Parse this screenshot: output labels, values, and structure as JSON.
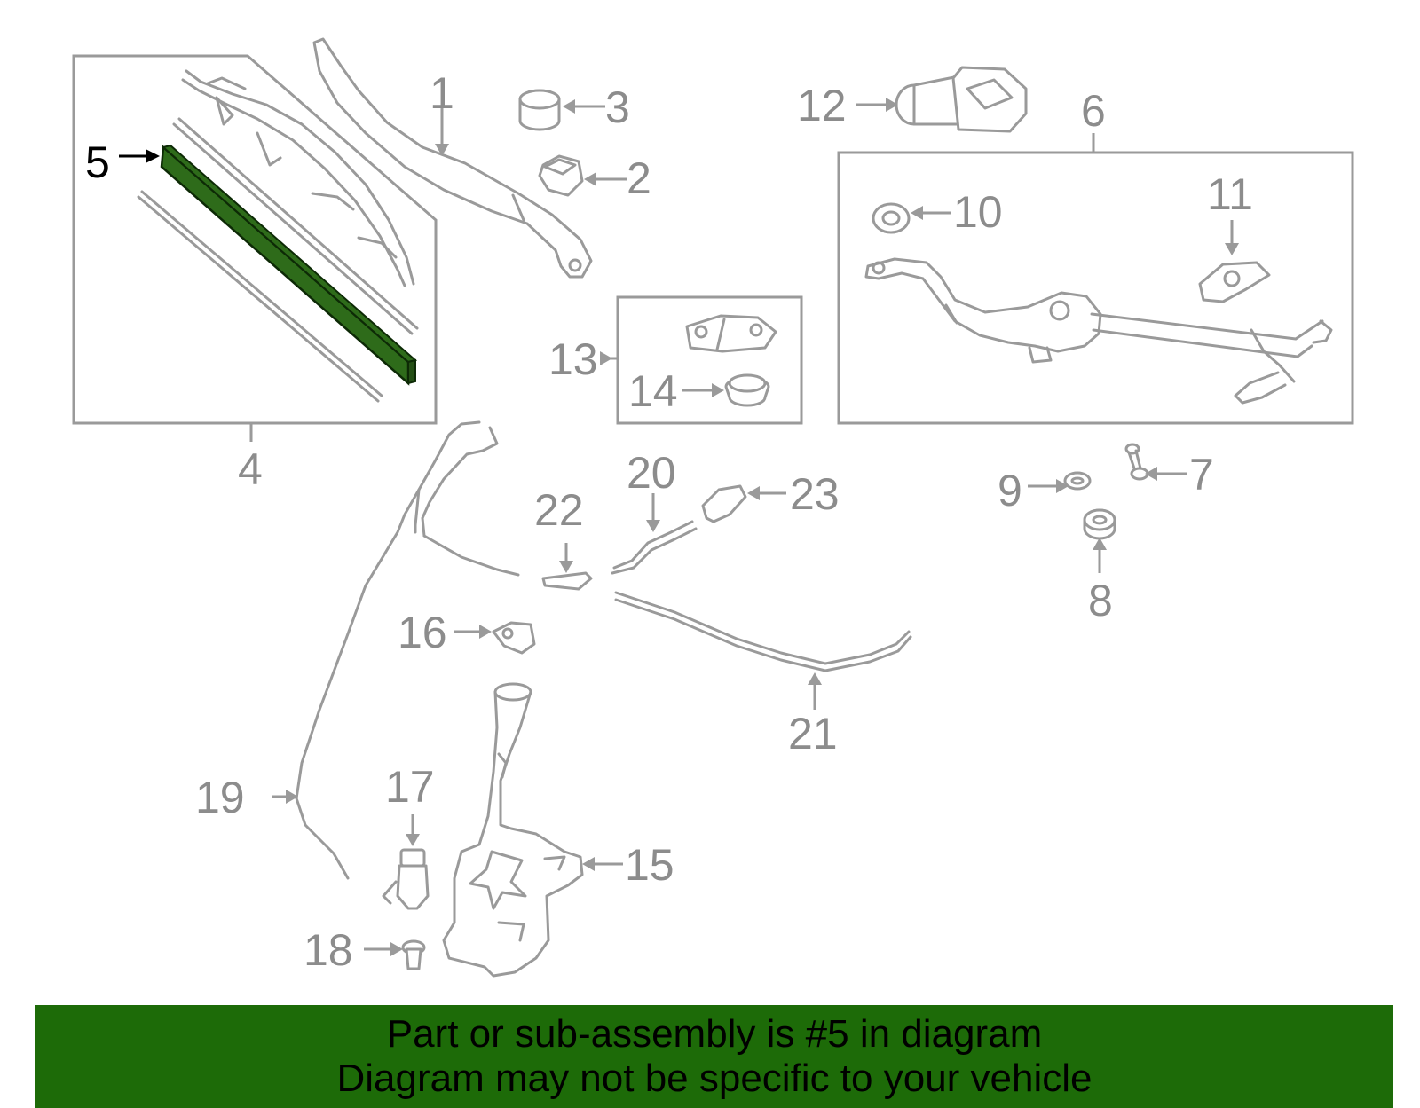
{
  "colors": {
    "highlight": "#2e6b1a",
    "banner": "#1d6b08",
    "part_stroke": "#9a9a9a",
    "callout_text": "#8c8c8c"
  },
  "callouts": {
    "c1": "1",
    "c2": "2",
    "c3": "3",
    "c4": "4",
    "c5": "5",
    "c6": "6",
    "c7": "7",
    "c8": "8",
    "c9": "9",
    "c10": "10",
    "c11": "11",
    "c12": "12",
    "c13": "13",
    "c14": "14",
    "c15": "15",
    "c16": "16",
    "c17": "17",
    "c18": "18",
    "c19": "19",
    "c20": "20",
    "c21": "21",
    "c22": "22",
    "c23": "23"
  },
  "highlighted_part": "5",
  "banner": {
    "line1": "Part or sub-assembly is #5 in diagram",
    "line2": "Diagram may not be specific to your vehicle"
  }
}
